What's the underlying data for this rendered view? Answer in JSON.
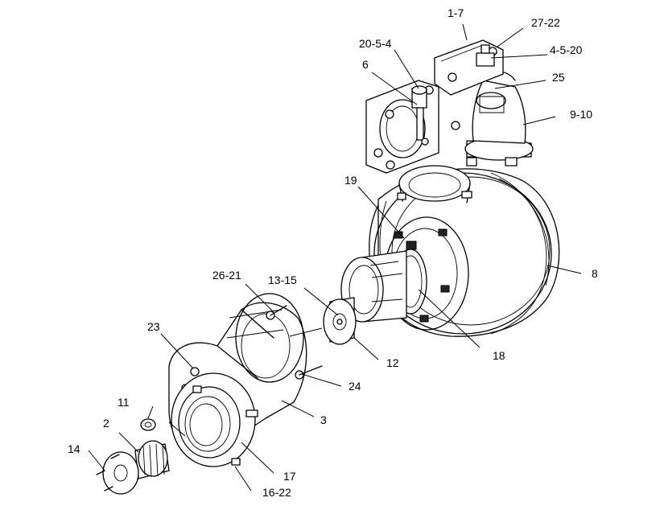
{
  "callouts": [
    {
      "id": "c1",
      "text": "1-7"
    },
    {
      "id": "c2",
      "text": "27-22"
    },
    {
      "id": "c3",
      "text": "20-5-4"
    },
    {
      "id": "c4",
      "text": "4-5-20"
    },
    {
      "id": "c5",
      "text": "6"
    },
    {
      "id": "c6",
      "text": "25"
    },
    {
      "id": "c7",
      "text": "9-10"
    },
    {
      "id": "c8",
      "text": "19"
    },
    {
      "id": "c9",
      "text": "8"
    },
    {
      "id": "c10",
      "text": "26-21"
    },
    {
      "id": "c11",
      "text": "13-15"
    },
    {
      "id": "c12",
      "text": "18"
    },
    {
      "id": "c13",
      "text": "23"
    },
    {
      "id": "c14",
      "text": "12"
    },
    {
      "id": "c15",
      "text": "24"
    },
    {
      "id": "c16",
      "text": "11"
    },
    {
      "id": "c17",
      "text": "3"
    },
    {
      "id": "c18",
      "text": "2"
    },
    {
      "id": "c19",
      "text": "14"
    },
    {
      "id": "c20",
      "text": "17"
    },
    {
      "id": "c21",
      "text": "16-22"
    }
  ]
}
